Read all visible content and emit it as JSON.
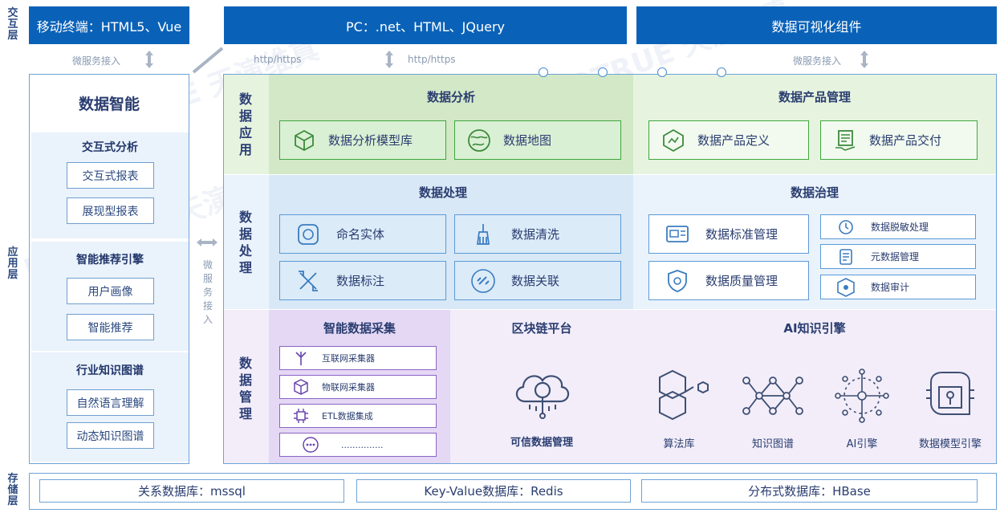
{
  "layers": {
    "interaction": "交\n互\n层",
    "application": "应\n用\n层",
    "storage": "存\n储\n层"
  },
  "top": {
    "mobile": "移动终端：HTML5、Vue",
    "pc": "PC：.net、HTML、JQuery",
    "viz": "数据可视化组件"
  },
  "notes": {
    "micro_left": "微服务接入",
    "http1": "http/https",
    "http2": "http/https",
    "micro_right": "微服务接入",
    "micro_vertical": "微\n服\n务\n接\n入"
  },
  "left": {
    "title": "数据智能",
    "sections": [
      {
        "title": "交互式分析",
        "items": [
          "交互式报表",
          "展现型报表"
        ]
      },
      {
        "title": "智能推荐引擎",
        "items": [
          "用户画像",
          "智能推荐"
        ]
      },
      {
        "title": "行业知识图谱",
        "items": [
          "自然语言理解",
          "动态知识图谱"
        ]
      }
    ]
  },
  "rows": {
    "app": "数\n据\n应\n用",
    "proc": "数\n据\n处\n理",
    "mgmt": "数\n据\n管\n理"
  },
  "data_app": {
    "analysis_title": "数据分析",
    "analysis_items": [
      "数据分析模型库",
      "数据地图"
    ],
    "product_title": "数据产品管理",
    "product_items": [
      "数据产品定义",
      "数据产品交付"
    ]
  },
  "data_proc": {
    "proc_title": "数据处理",
    "proc_items": [
      "命名实体",
      "数据清洗",
      "数据标注",
      "数据关联"
    ],
    "gov_title": "数据治理",
    "gov_big": [
      "数据标准管理",
      "数据质量管理"
    ],
    "gov_small": [
      "数据脱敏处理",
      "元数据管理",
      "数据审计"
    ]
  },
  "data_mgmt": {
    "collect_title": "智能数据采集",
    "collect_items": [
      "互联网采集器",
      "物联网采集器",
      "ETL数据集成",
      "..............."
    ],
    "chain_title": "区块链平台",
    "chain_item": "可信数据管理",
    "ai_title": "AI知识引擎",
    "ai_items": [
      "算法库",
      "知识图谱",
      "AI引擎",
      "数据模型引擎"
    ]
  },
  "storage": {
    "items": [
      "关系数据库：mssql",
      "Key-Value数据库：Redis",
      "分布式数据库：HBase"
    ]
  },
  "watermark": "EVOTRUE 天演维真",
  "colors": {
    "top_bar": "#0a62b8",
    "app_bg": "#e6f4df",
    "app_accent": "#d2e8c7",
    "proc_bg": "#eaf3fb",
    "proc_accent": "#d8e8f6",
    "mgmt_bg": "#f2edf9",
    "mgmt_accent": "#e4d8f5"
  }
}
